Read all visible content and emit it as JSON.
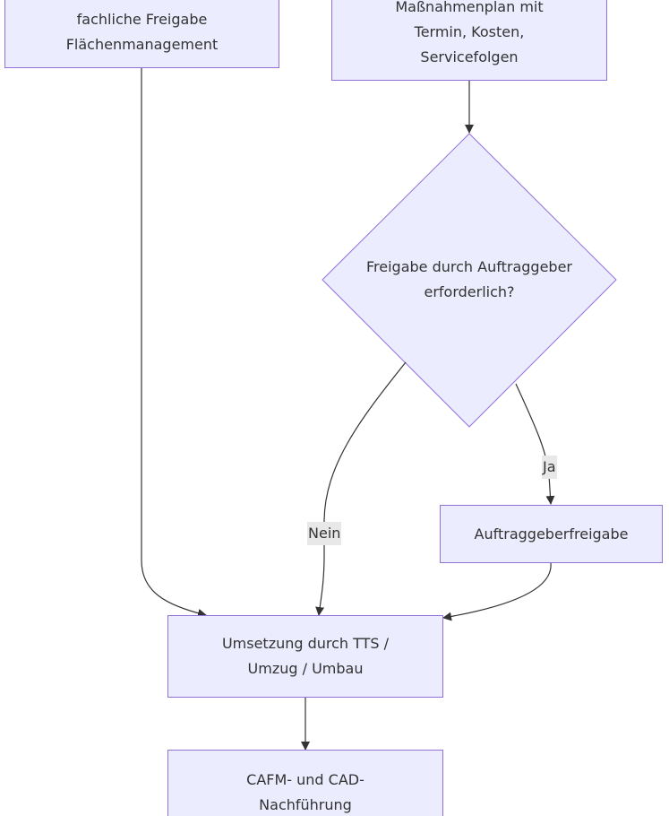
{
  "nodes": {
    "freigabe_flaechen": {
      "line1": "fachliche Freigabe",
      "line2": "Flächenmanagement"
    },
    "massnahmenplan": {
      "line1": "Maßnahmenplan mit",
      "line2": "Termin, Kosten,",
      "line3": "Servicefolgen"
    },
    "decision": {
      "line1": "Freigabe durch",
      "line2": "Auftraggeber erforderlich?"
    },
    "auftraggeberfreigabe": {
      "label": "Auftraggeberfreigabe"
    },
    "umsetzung": {
      "line1": "Umsetzung durch TTS /",
      "line2": "Umzug / Umbau"
    },
    "cafm": {
      "line1": "CAFM- und CAD-",
      "line2": "Nachführung"
    }
  },
  "edges": {
    "yes_label": "Ja",
    "no_label": "Nein"
  },
  "colors": {
    "node_fill": "#ececff",
    "node_stroke": "#9370db",
    "edge": "#333333",
    "edge_label_bg": "#e8e8e8"
  }
}
